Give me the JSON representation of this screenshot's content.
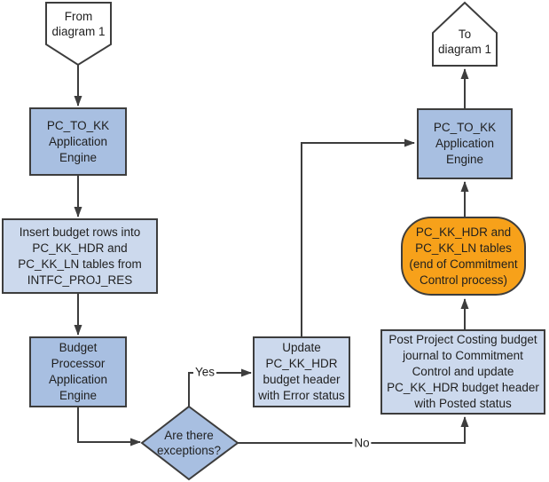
{
  "colors": {
    "medium_blue": "#a8bfe1",
    "light_blue": "#ccd9ed",
    "orange": "#f7a11a",
    "border": "#3d3d3d",
    "line": "#3d3d3d",
    "text": "#1f1f1f"
  },
  "nodes": {
    "from_connector": {
      "label": "From\ndiagram 1"
    },
    "pc_to_kk_left": {
      "label": "PC_TO_KK\nApplication\nEngine"
    },
    "insert_budget_rows": {
      "label": "Insert budget rows into\nPC_KK_HDR and\nPC_KK_LN tables from\nINTFC_PROJ_RES"
    },
    "budget_processor": {
      "label": "Budget\nProcessor\nApplication\nEngine"
    },
    "exceptions_decision": {
      "label": "Are there\nexceptions?"
    },
    "update_error": {
      "label": "Update\nPC_KK_HDR\nbudget header\nwith Error status"
    },
    "post_journal": {
      "label": "Post Project Costing budget\njournal to Commitment\nControl and update\nPC_KK_HDR budget header\nwith Posted status"
    },
    "kk_tables": {
      "label": "PC_KK_HDR and\nPC_KK_LN tables\n(end of Commitment\nControl process)"
    },
    "pc_to_kk_right": {
      "label": "PC_TO_KK\nApplication\nEngine"
    },
    "to_connector": {
      "label": "To\ndiagram 1"
    }
  },
  "edge_labels": {
    "yes": "Yes",
    "no": "No"
  }
}
